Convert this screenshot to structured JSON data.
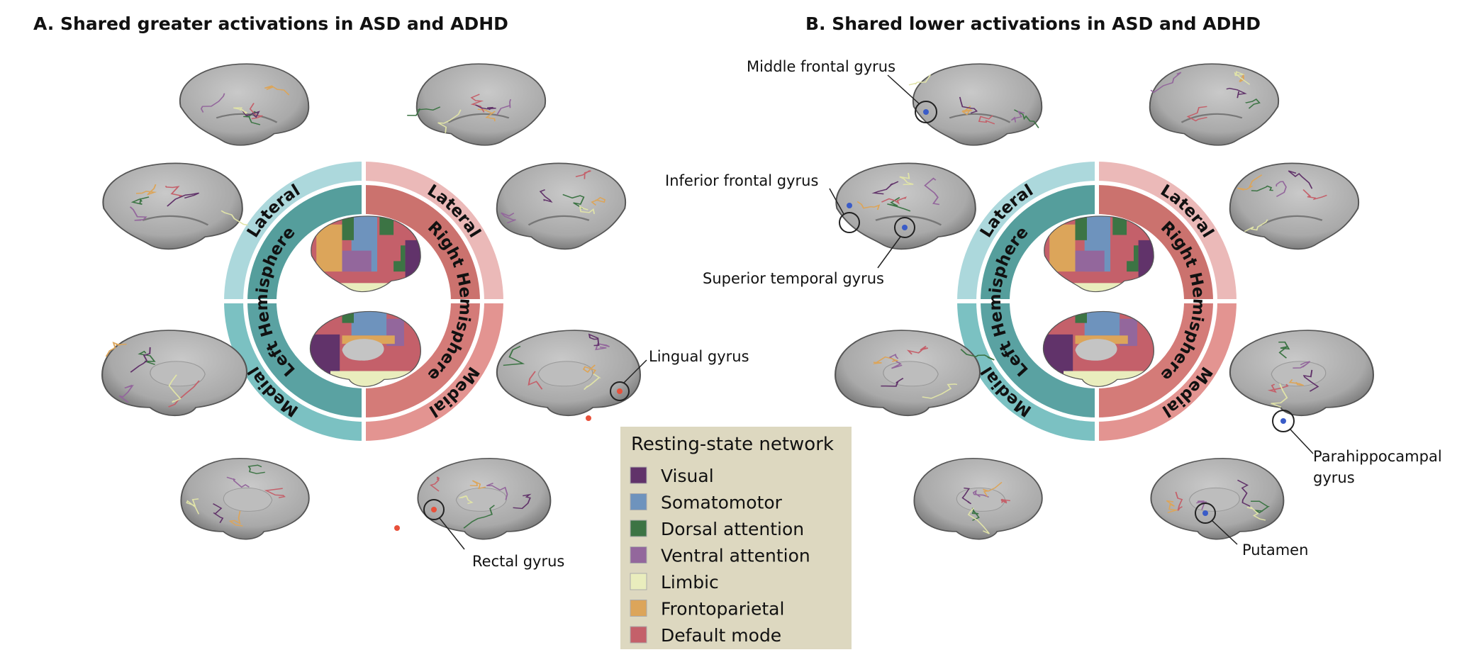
{
  "panels": [
    {
      "title": "A. Shared greater activations in ASD and ADHD",
      "ring": {
        "lateral_left": "Lateral",
        "medial_left": "Medial",
        "left_hemisphere": "Left Hemisphere",
        "lateral_right": "Lateral",
        "medial_right": "Medial",
        "right_hemisphere": "Right Hemisphere"
      },
      "annotations": [
        {
          "label": "Lingual gyrus"
        },
        {
          "label": "Rectal gyrus"
        }
      ],
      "activation_color": "#e8503a"
    },
    {
      "title": "B. Shared lower activations in ASD and ADHD",
      "ring": {
        "lateral_left": "Lateral",
        "medial_left": "Medial",
        "left_hemisphere": "Left Hemisphere",
        "lateral_right": "Lateral",
        "medial_right": "Medial",
        "right_hemisphere": "Right Hemisphere"
      },
      "annotations": [
        {
          "label": "Middle frontal gyrus"
        },
        {
          "label": "Inferior frontal gyrus"
        },
        {
          "label": "Superior temporal gyrus"
        },
        {
          "label": "Parahippocampal",
          "label2": "gyrus"
        },
        {
          "label": "Putamen"
        }
      ],
      "activation_color": "#3a5cc8"
    }
  ],
  "ring_colors": {
    "left_lateral_outer": "#acd8dc",
    "left_lateral_inner": "#559e9c",
    "left_medial_outer": "#7bc1c2",
    "left_medial_inner": "#5aa2a2",
    "right_lateral_outer": "#ebb9b8",
    "right_lateral_inner": "#cb726e",
    "right_medial_outer": "#e39491",
    "right_medial_inner": "#d47b78"
  },
  "legend": {
    "title": "Resting-state network",
    "background": "#ddd8c0",
    "items": [
      {
        "label": "Visual",
        "color": "#61336a"
      },
      {
        "label": "Somatomotor",
        "color": "#6e93bd"
      },
      {
        "label": "Dorsal attention",
        "color": "#3c7444"
      },
      {
        "label": "Ventral attention",
        "color": "#93679c"
      },
      {
        "label": "Limbic",
        "color": "#e9edbd"
      },
      {
        "label": "Frontoparietal",
        "color": "#dca55a"
      },
      {
        "label": "Default mode",
        "color": "#c4606a"
      }
    ]
  }
}
